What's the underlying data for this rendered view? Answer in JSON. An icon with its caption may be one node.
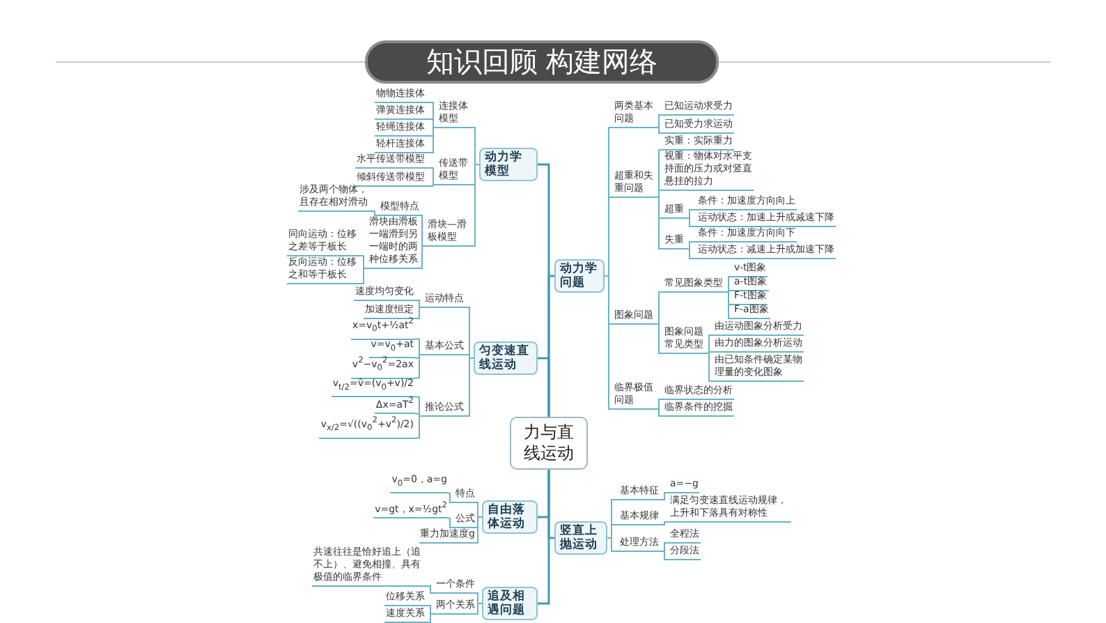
{
  "diagram": {
    "title": "知识回顾 构建网络",
    "nodes": [
      {
        "text": [
          "力与直线运动"
        ]
      },
      {
        "text": [
          "动力学模型"
        ]
      },
      {
        "text": [
          "连接体模型"
        ]
      },
      {
        "text": [
          "物物连接体"
        ]
      },
      {
        "text": [
          "弹簧连接体"
        ]
      },
      {
        "text": [
          "轻绳连接体"
        ]
      },
      {
        "text": [
          "轻杆连接体"
        ]
      },
      {
        "text": [
          "传送带模型"
        ]
      },
      {
        "text": [
          "水平传送带模型"
        ]
      },
      {
        "text": [
          "倾斜传送带模型"
        ]
      },
      {
        "text": [
          "滑块—滑板模型"
        ]
      },
      {
        "text": [
          "模型特点"
        ]
      },
      {
        "text": [
          "涉及两个物体，且存在相对滑动"
        ]
      },
      {
        "text": [
          "滑块由滑板一端滑到另一端时的两种位移关系"
        ]
      },
      {
        "text": [
          "同向运动：位移之差等于板长"
        ]
      },
      {
        "text": [
          "反向运动：位移之和等于板长"
        ]
      },
      {
        "text": [
          "匀变速直线运动"
        ]
      },
      {
        "text": [
          "运动特点"
        ]
      },
      {
        "text": [
          "速度均匀变化"
        ]
      },
      {
        "text": [
          "加速度恒定"
        ]
      },
      {
        "text": [
          "基本公式"
        ]
      },
      {
        "text": [
          "x=v$_{0}$t+½at$^{2}$"
        ]
      },
      {
        "text": [
          "v=v$_{0}$+at"
        ]
      },
      {
        "text": [
          "v$^{2}$−v$_{0}$$^{2}$=2ax"
        ]
      },
      {
        "text": [
          "推论公式"
        ]
      },
      {
        "text": [
          "v$_{t/2}$=v̄=(v$_{0}$+v)/2"
        ]
      },
      {
        "text": [
          "Δx=aT$^{2}$"
        ]
      },
      {
        "text": [
          "v$_{x/2}$=√((v$_{0}$$^{2}$+v$^{2}$)/2)"
        ]
      },
      {
        "text": [
          "自由落体运动"
        ]
      },
      {
        "text": [
          "特点"
        ]
      },
      {
        "text": [
          "v$_{0}$=0，a=g"
        ]
      },
      {
        "text": [
          "公式"
        ]
      },
      {
        "text": [
          "v=gt，x=½gt$^{2}$"
        ]
      },
      {
        "text": [
          "重力加速度g"
        ]
      },
      {
        "text": [
          "追及相遇问题"
        ]
      },
      {
        "text": [
          "一个条件"
        ]
      },
      {
        "text": [
          "共速往往是恰好追上（追不上）、避免相撞、具有极值的临界条件"
        ]
      },
      {
        "text": [
          "两个关系"
        ]
      },
      {
        "text": [
          "位移关系"
        ]
      },
      {
        "text": [
          "速度关系"
        ]
      },
      {
        "text": [
          "动力学问题"
        ]
      },
      {
        "text": [
          "两类基本问题"
        ]
      },
      {
        "text": [
          "已知运动求受力"
        ]
      },
      {
        "text": [
          "已知受力求运动"
        ]
      },
      {
        "text": [
          "超重和失重问题"
        ]
      },
      {
        "text": [
          "实重：实际重力"
        ]
      },
      {
        "text": [
          "视重：物体对水平支持面的压力或对竖直悬挂的拉力"
        ]
      },
      {
        "text": [
          "超重"
        ]
      },
      {
        "text": [
          "条件：加速度方向向上"
        ]
      },
      {
        "text": [
          "运动状态：加速上升或减速下降"
        ]
      },
      {
        "text": [
          "失重"
        ]
      },
      {
        "text": [
          "条件：加速度方向向下"
        ]
      },
      {
        "text": [
          "运动状态：减速上升或加速下降"
        ]
      },
      {
        "text": [
          "图象问题"
        ]
      },
      {
        "text": [
          "常见图象类型"
        ]
      },
      {
        "text": [
          "v-t图象"
        ]
      },
      {
        "text": [
          "a-t图象"
        ]
      },
      {
        "text": [
          "F-t图象"
        ]
      },
      {
        "text": [
          "F-a图象"
        ]
      },
      {
        "text": [
          "图象问题常见类型"
        ]
      },
      {
        "text": [
          "由运动图象分析受力"
        ]
      },
      {
        "text": [
          "由力的图象分析运动"
        ]
      },
      {
        "text": [
          "由已知条件确定某物理量的变化图象"
        ]
      },
      {
        "text": [
          "临界极值问题"
        ]
      },
      {
        "text": [
          "临界状态的分析"
        ]
      },
      {
        "text": [
          "临界条件的挖掘"
        ]
      },
      {
        "text": [
          "竖直上抛运动"
        ]
      },
      {
        "text": [
          "基本特征"
        ]
      },
      {
        "text": [
          "a=−g"
        ]
      },
      {
        "text": [
          "基本规律"
        ]
      },
      {
        "text": [
          "满足匀变速直线运动规律，上升和下落具有对称性"
        ]
      },
      {
        "text": [
          "处理方法"
        ]
      },
      {
        "text": [
          "全程法"
        ]
      },
      {
        "text": [
          "分段法"
        ]
      }
    ],
    "edges": [
      {
        "from": 0,
        "to": 1,
        "arrow": "none"
      },
      {
        "from": 0,
        "to": 16,
        "arrow": "none"
      },
      {
        "from": 0,
        "to": 28,
        "arrow": "none"
      },
      {
        "from": 0,
        "to": 34,
        "arrow": "none"
      },
      {
        "from": 0,
        "to": 40,
        "arrow": "none"
      },
      {
        "from": 0,
        "to": 66,
        "arrow": "none"
      },
      {
        "from": 1,
        "to": 2,
        "arrow": "none"
      },
      {
        "from": 1,
        "to": 7,
        "arrow": "none"
      },
      {
        "from": 1,
        "to": 10,
        "arrow": "none"
      },
      {
        "from": 2,
        "to": 3,
        "arrow": "none"
      },
      {
        "from": 2,
        "to": 4,
        "arrow": "none"
      },
      {
        "from": 2,
        "to": 5,
        "arrow": "none"
      },
      {
        "from": 2,
        "to": 6,
        "arrow": "none"
      },
      {
        "from": 7,
        "to": 8,
        "arrow": "none"
      },
      {
        "from": 7,
        "to": 9,
        "arrow": "none"
      },
      {
        "from": 10,
        "to": 11,
        "arrow": "none"
      },
      {
        "from": 10,
        "to": 13,
        "arrow": "none"
      },
      {
        "from": 11,
        "to": 12,
        "arrow": "none"
      },
      {
        "from": 13,
        "to": 14,
        "arrow": "none"
      },
      {
        "from": 13,
        "to": 15,
        "arrow": "none"
      },
      {
        "from": 16,
        "to": 17,
        "arrow": "none"
      },
      {
        "from": 16,
        "to": 20,
        "arrow": "none"
      },
      {
        "from": 16,
        "to": 24,
        "arrow": "none"
      },
      {
        "from": 17,
        "to": 18,
        "arrow": "none"
      },
      {
        "from": 17,
        "to": 19,
        "arrow": "none"
      },
      {
        "from": 20,
        "to": 21,
        "arrow": "none"
      },
      {
        "from": 20,
        "to": 22,
        "arrow": "none"
      },
      {
        "from": 20,
        "to": 23,
        "arrow": "none"
      },
      {
        "from": 24,
        "to": 25,
        "arrow": "none"
      },
      {
        "from": 24,
        "to": 26,
        "arrow": "none"
      },
      {
        "from": 24,
        "to": 27,
        "arrow": "none"
      },
      {
        "from": 28,
        "to": 29,
        "arrow": "none"
      },
      {
        "from": 28,
        "to": 31,
        "arrow": "none"
      },
      {
        "from": 28,
        "to": 33,
        "arrow": "none"
      },
      {
        "from": 29,
        "to": 30,
        "arrow": "none"
      },
      {
        "from": 31,
        "to": 32,
        "arrow": "none"
      },
      {
        "from": 34,
        "to": 35,
        "arrow": "none"
      },
      {
        "from": 34,
        "to": 37,
        "arrow": "none"
      },
      {
        "from": 35,
        "to": 36,
        "arrow": "none"
      },
      {
        "from": 37,
        "to": 38,
        "arrow": "none"
      },
      {
        "from": 37,
        "to": 39,
        "arrow": "none"
      },
      {
        "from": 40,
        "to": 41,
        "arrow": "none"
      },
      {
        "from": 40,
        "to": 44,
        "arrow": "none"
      },
      {
        "from": 40,
        "to": 53,
        "arrow": "none"
      },
      {
        "from": 40,
        "to": 63,
        "arrow": "none"
      },
      {
        "from": 41,
        "to": 42,
        "arrow": "none"
      },
      {
        "from": 41,
        "to": 43,
        "arrow": "none"
      },
      {
        "from": 44,
        "to": 45,
        "arrow": "none"
      },
      {
        "from": 44,
        "to": 46,
        "arrow": "none"
      },
      {
        "from": 44,
        "to": 47,
        "arrow": "none"
      },
      {
        "from": 44,
        "to": 50,
        "arrow": "none"
      },
      {
        "from": 47,
        "to": 48,
        "arrow": "none"
      },
      {
        "from": 47,
        "to": 49,
        "arrow": "none"
      },
      {
        "from": 50,
        "to": 51,
        "arrow": "none"
      },
      {
        "from": 50,
        "to": 52,
        "arrow": "none"
      },
      {
        "from": 53,
        "to": 54,
        "arrow": "none"
      },
      {
        "from": 53,
        "to": 59,
        "arrow": "none"
      },
      {
        "from": 54,
        "to": 55,
        "arrow": "none"
      },
      {
        "from": 54,
        "to": 56,
        "arrow": "none"
      },
      {
        "from": 54,
        "to": 57,
        "arrow": "none"
      },
      {
        "from": 54,
        "to": 58,
        "arrow": "none"
      },
      {
        "from": 59,
        "to": 60,
        "arrow": "none"
      },
      {
        "from": 59,
        "to": 61,
        "arrow": "none"
      },
      {
        "from": 59,
        "to": 62,
        "arrow": "none"
      },
      {
        "from": 63,
        "to": 64,
        "arrow": "none"
      },
      {
        "from": 63,
        "to": 65,
        "arrow": "none"
      },
      {
        "from": 66,
        "to": 67,
        "arrow": "none"
      },
      {
        "from": 66,
        "to": 69,
        "arrow": "none"
      },
      {
        "from": 66,
        "to": 71,
        "arrow": "none"
      },
      {
        "from": 67,
        "to": 68,
        "arrow": "none"
      },
      {
        "from": 69,
        "to": 70,
        "arrow": "none"
      },
      {
        "from": 71,
        "to": 72,
        "arrow": "none"
      },
      {
        "from": 71,
        "to": 73,
        "arrow": "none"
      }
    ]
  }
}
